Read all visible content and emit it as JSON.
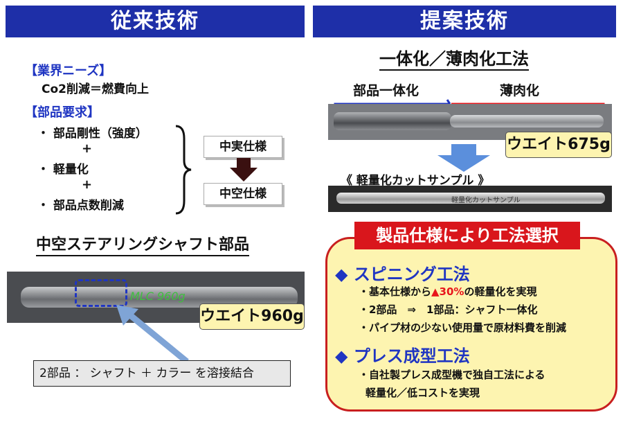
{
  "left": {
    "header": "従来技術",
    "needs_title": "【業界ニーズ】",
    "needs_text": "Co2削減＝燃費向上",
    "req_title": "【部品要求】",
    "req_items": [
      "・ 部品剛性（強度）",
      "+",
      "・ 軽量化",
      "+",
      "・ 部品点数削減"
    ],
    "box_top": "中実仕様",
    "box_bottom": "中空仕様",
    "part_title": "中空ステアリングシャフト部品",
    "weight": "ウエイト960g",
    "shaft_mark": "MLC 960g",
    "caption": "2部品 ： シャフト ＋ カラー を溶接結合"
  },
  "right": {
    "header": "提案技術",
    "method_title": "一体化／薄肉化工法",
    "label_integrated": "部品一体化",
    "label_thin": "薄肉化",
    "weight": "ウエイト675g",
    "sample_label": "《 軽量化カットサンプル 》",
    "sample_tag": "軽量化カットサンプル",
    "select_banner": "製品仕様により工法選択",
    "spinning": {
      "title": "◆ スピニング工法",
      "line1_pre": "・基本仕様から",
      "line1_hl": "▲30%",
      "line1_post": "の軽量化を実現",
      "line2": "・2部品　⇒　1部品：シャフト一体化",
      "line3": "・パイプ材の少ない使用量で原材料費を削減"
    },
    "press": {
      "title": "◆ プレス成型工法",
      "line1": "・自社製プレス成型機で独自工法による",
      "line2": "軽量化／低コストを実現"
    }
  },
  "colors": {
    "header_bg": "#1e2fa8",
    "accent_red": "#e8161c",
    "accent_blue": "#1f35c2",
    "weight_bg": "#fdf4b0",
    "panel_bg": "#fdf4b0"
  }
}
